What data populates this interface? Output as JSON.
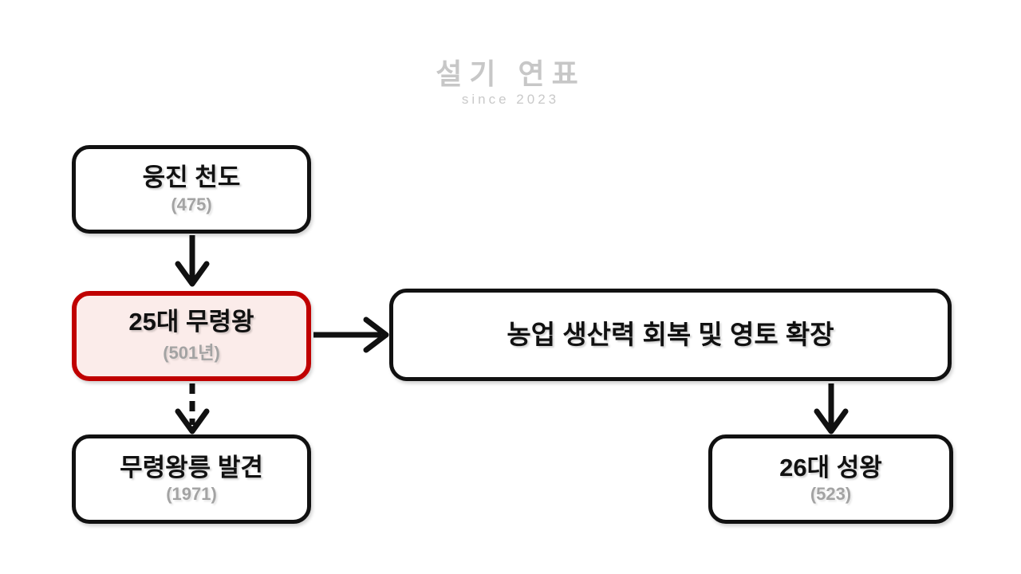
{
  "logo": {
    "title": "설기 연표",
    "subtitle": "since 2023"
  },
  "nodes": [
    {
      "id": "ungjin",
      "label": "웅진 천도",
      "sublabel": "(475)",
      "highlighted": false
    },
    {
      "id": "muryeong",
      "label": "25대 무령왕",
      "sublabel": "(501년)",
      "highlighted": true
    },
    {
      "id": "achievement",
      "label": "농업 생산력 회복 및 영토 확장",
      "highlighted": false
    },
    {
      "id": "tomb",
      "label": "무령왕릉 발견",
      "sublabel": "(1971)",
      "highlighted": false
    },
    {
      "id": "seong",
      "label": "26대 성왕",
      "sublabel": "(523)",
      "highlighted": false
    }
  ],
  "edges": [
    {
      "from": "ungjin",
      "to": "muryeong",
      "style": "solid"
    },
    {
      "from": "muryeong",
      "to": "achievement",
      "style": "solid"
    },
    {
      "from": "muryeong",
      "to": "tomb",
      "style": "dashed"
    },
    {
      "from": "achievement",
      "to": "seong",
      "style": "solid"
    }
  ],
  "colors": {
    "highlight_border": "#c00000",
    "highlight_fill": "#fbecea",
    "node_border": "#111111",
    "sublabel_gray": "#a3a3a3",
    "logo_gray": "#c7c7c7",
    "arrow_black": "#111111"
  }
}
